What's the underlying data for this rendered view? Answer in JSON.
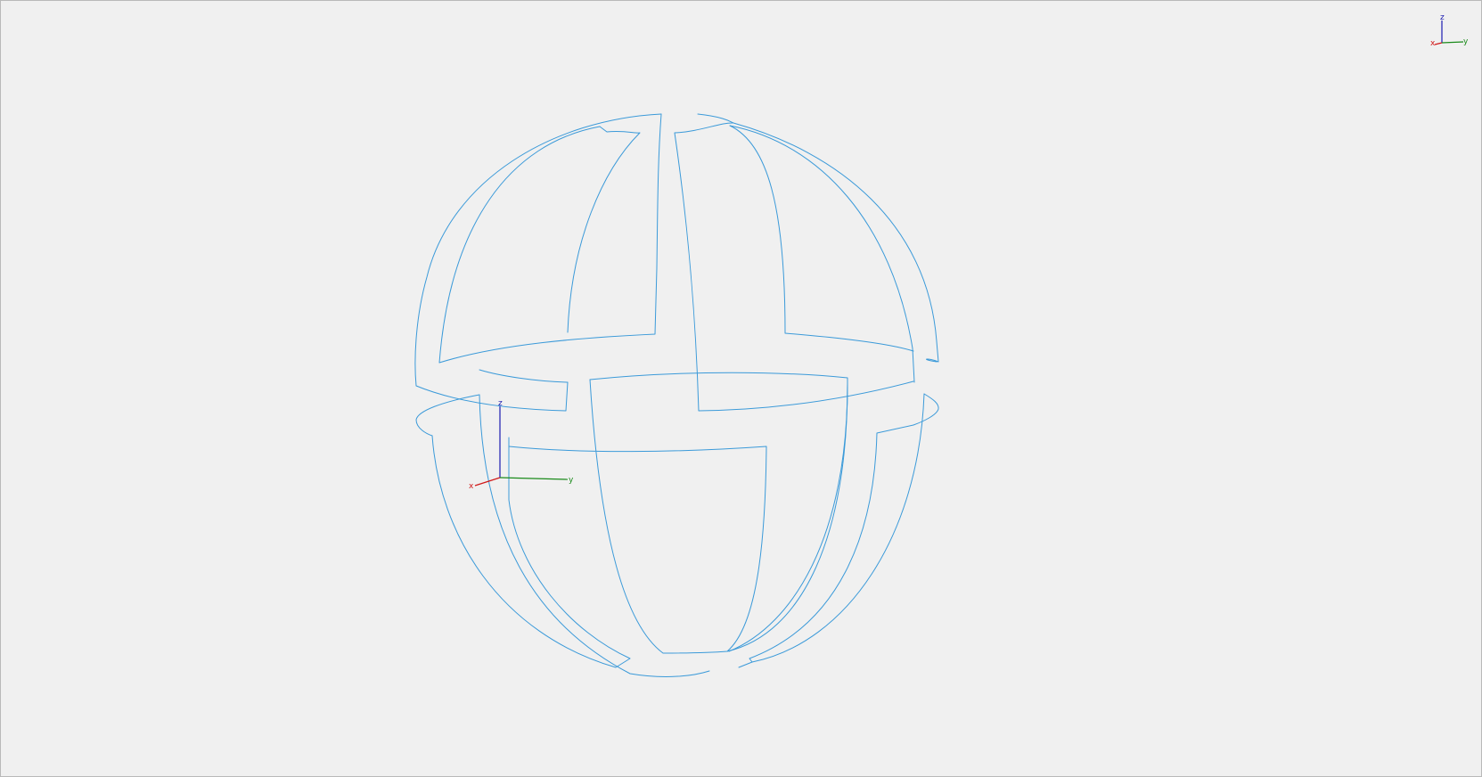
{
  "viewport": {
    "background": "#f0f0f0",
    "wire_color": "#3b9ad9"
  },
  "origin_triad": {
    "x_label": "x",
    "y_label": "y",
    "z_label": "z",
    "x_color": "#d11a1a",
    "y_color": "#1a8a1a",
    "z_color": "#1b1bb0"
  },
  "corner_triad": {
    "x_label": "x",
    "y_label": "y",
    "z_label": "z"
  }
}
